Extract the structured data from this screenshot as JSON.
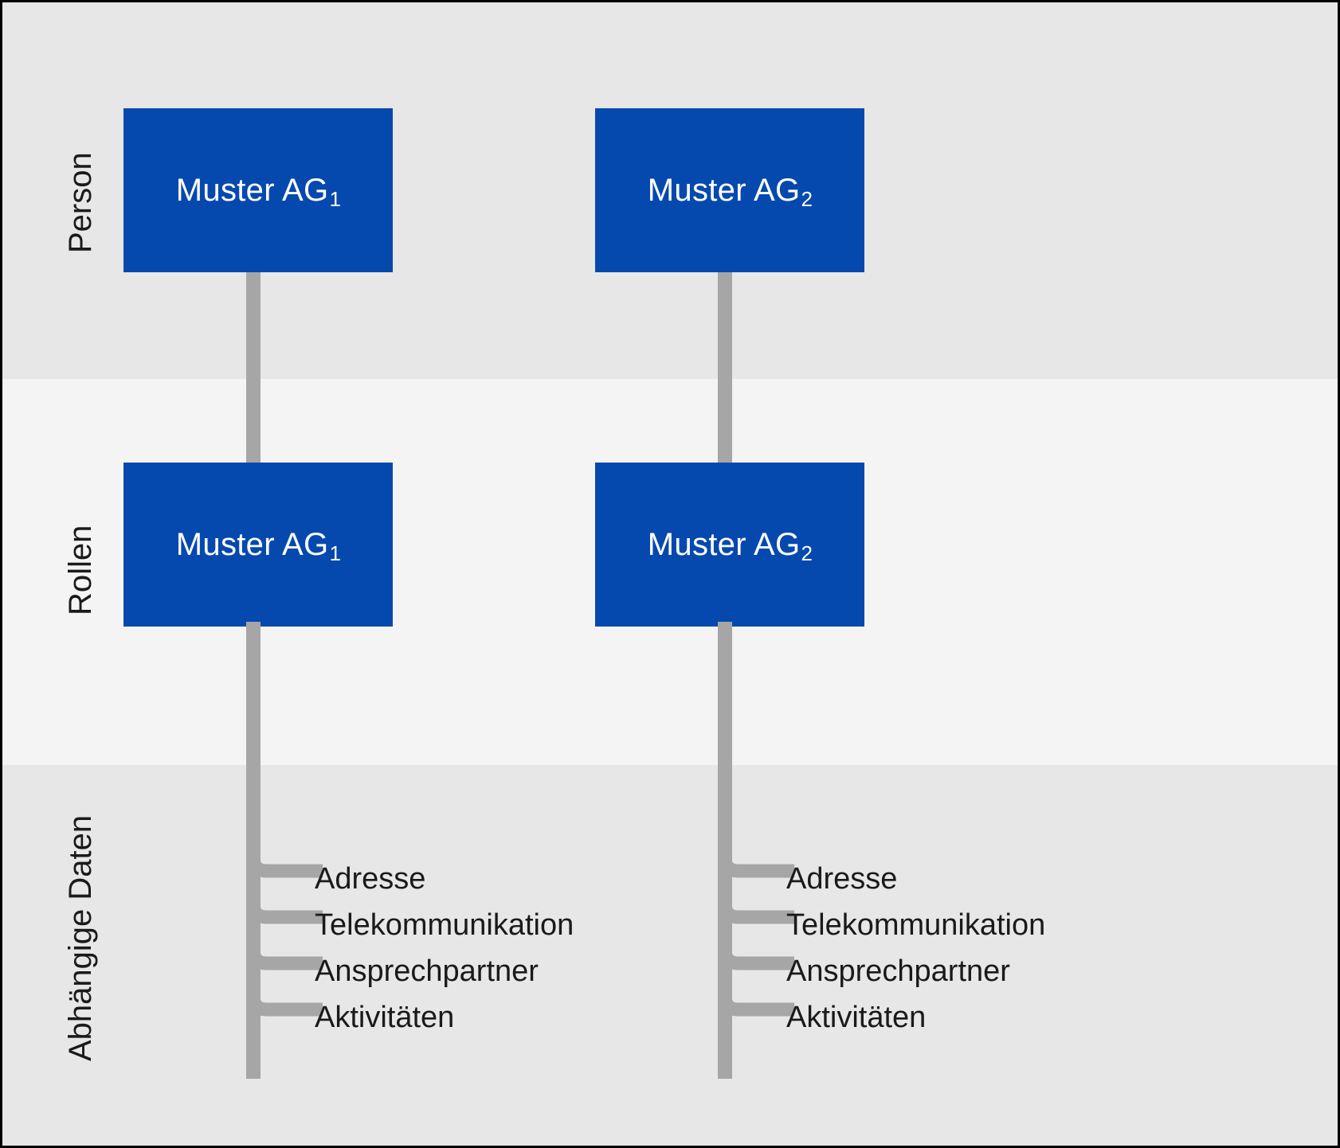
{
  "diagram": {
    "title": "Person / Rollen / Abhaengige Daten",
    "colors": {
      "node_blue": "#0649ae",
      "connector_gray": "#a6a6a6",
      "band_dark": "#e7e7e7",
      "band_light": "#f4f4f4",
      "border": "#000000",
      "node_text": "#ffffff",
      "label_text": "#1a1a1a"
    },
    "bands": [
      {
        "key": "person",
        "label": "Person"
      },
      {
        "key": "rollen",
        "label": "Rollen"
      },
      {
        "key": "daten",
        "label": "Abhängige Daten"
      }
    ],
    "columns": [
      {
        "key": "col1",
        "person_node": {
          "name": "Muster AG",
          "index": "1"
        },
        "rolle_node": {
          "name": "Muster AG",
          "index": "1"
        },
        "dependent_data": [
          "Adresse",
          "Telekommunikation",
          "Ansprechpartner",
          "Aktivitäten"
        ]
      },
      {
        "key": "col2",
        "person_node": {
          "name": "Muster AG",
          "index": "2"
        },
        "rolle_node": {
          "name": "Muster AG",
          "index": "2"
        },
        "dependent_data": [
          "Adresse",
          "Telekommunikation",
          "Ansprechpartner",
          "Aktivitäten"
        ]
      }
    ]
  }
}
